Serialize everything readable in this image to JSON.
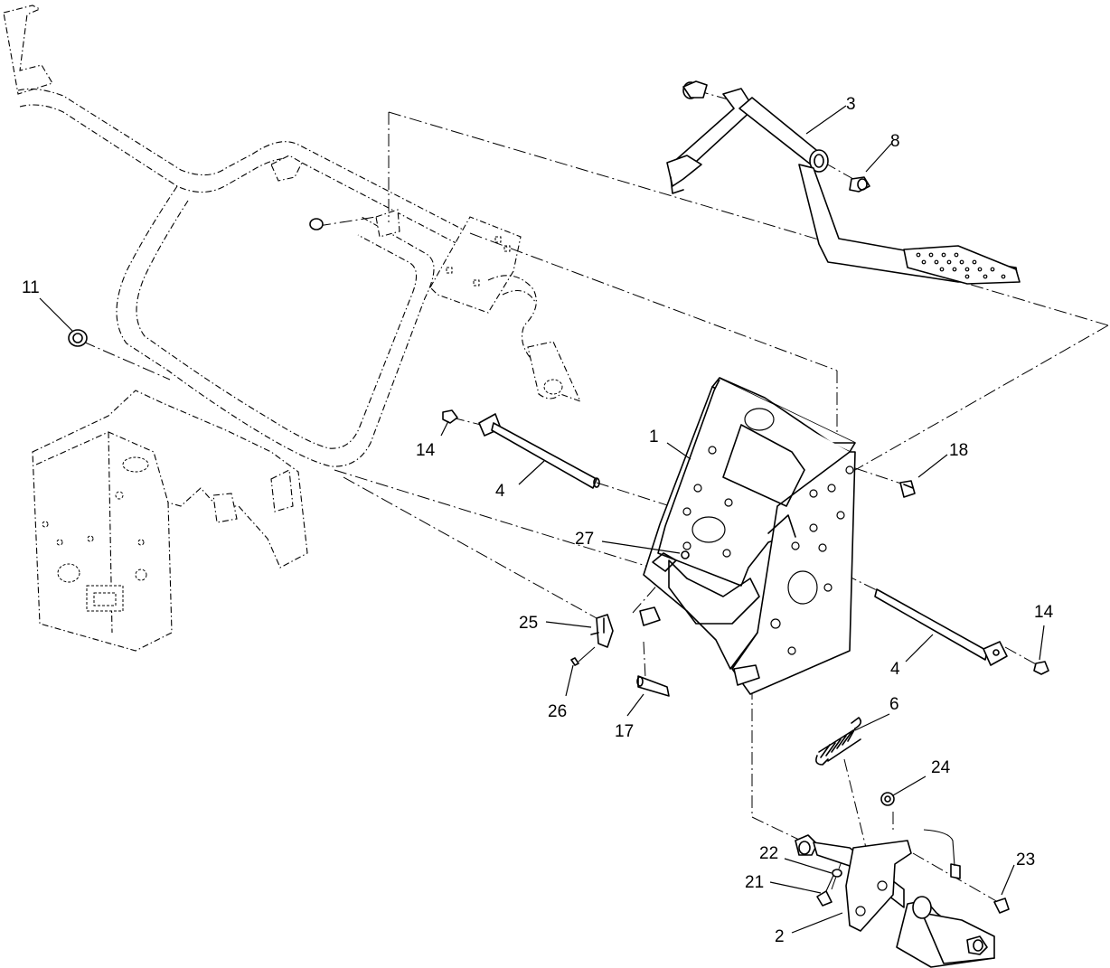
{
  "callouts": [
    {
      "id": "c1",
      "label": "1"
    },
    {
      "id": "c2",
      "label": "2"
    },
    {
      "id": "c3",
      "label": "3"
    },
    {
      "id": "c4a",
      "label": "4"
    },
    {
      "id": "c4b",
      "label": "4"
    },
    {
      "id": "c6",
      "label": "6"
    },
    {
      "id": "c8",
      "label": "8"
    },
    {
      "id": "c11",
      "label": "11"
    },
    {
      "id": "c14a",
      "label": "14"
    },
    {
      "id": "c14b",
      "label": "14"
    },
    {
      "id": "c17",
      "label": "17"
    },
    {
      "id": "c18",
      "label": "18"
    },
    {
      "id": "c21",
      "label": "21"
    },
    {
      "id": "c22",
      "label": "22"
    },
    {
      "id": "c23",
      "label": "23"
    },
    {
      "id": "c24",
      "label": "24"
    },
    {
      "id": "c25",
      "label": "25"
    },
    {
      "id": "c26",
      "label": "26"
    },
    {
      "id": "c27",
      "label": "27"
    }
  ]
}
